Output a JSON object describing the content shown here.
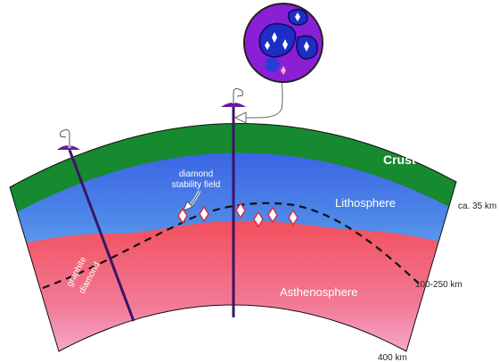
{
  "labels": {
    "crust": "Crust",
    "lithosphere": "Lithosphere",
    "asthenosphere": "Asthenosphere",
    "stability_line1": "diamond",
    "stability_line2": "stability field",
    "graphite": "graphite",
    "diamond": "diamond",
    "depth_35": "ca. 35 km",
    "depth_100_250": "100-250 km",
    "depth_400": "400 km"
  },
  "icons": {
    "pipe": "kimberlite-pipe-icon",
    "inset": "diamond-ore-magnified-icon",
    "crystal": "diamond-crystal-icon"
  },
  "colors": {
    "crust": "#17892f",
    "lithosphere_top": "#2a3fe0",
    "lithosphere_bottom": "#8fe0f4",
    "asthenosphere_top": "#f55a64",
    "asthenosphere_bottom": "#f7a6d0",
    "pipe": "#3c1464",
    "inset_fill": "#8a1fd6",
    "inset_blob": "#1d2ec4"
  }
}
